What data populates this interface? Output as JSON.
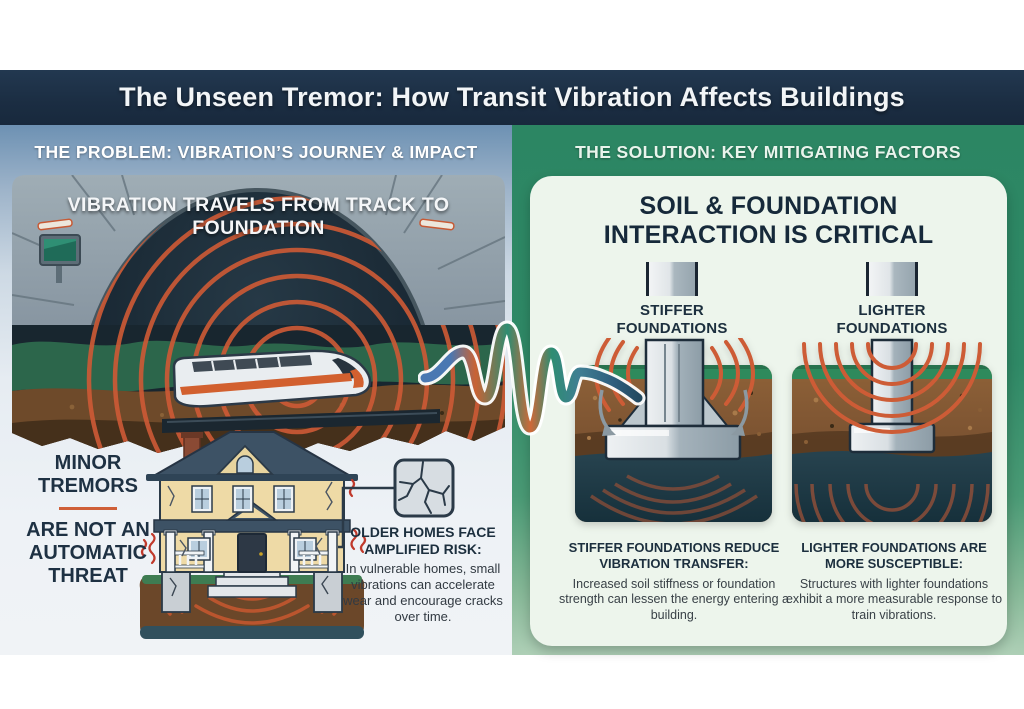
{
  "title": "The Unseen Tremor: How Transit Vibration Affects Buildings",
  "left": {
    "header": "THE PROBLEM: VIBRATION’S JOURNEY & IMPACT",
    "tunnel_banner": "VIBRATION TRAVELS FROM TRACK TO FOUNDATION",
    "callout_top": "MINOR TREMORS",
    "callout_bottom": "ARE NOT AN AUTOMATIC THREAT",
    "older_homes_heading": "OLDER HOMES FACE AMPLIFIED RISK:",
    "older_homes_body": "In vulnerable homes, small vibrations can accelerate wear and encourage cracks over time."
  },
  "right": {
    "header": "THE SOLUTION: KEY MITIGATING FACTORS",
    "card_title_line1": "SOIL & FOUNDATION",
    "card_title_line2": "INTERACTION IS CRITICAL",
    "columns": [
      {
        "label": "STIFFER FOUNDATIONS",
        "caption_title": "STIFFER FOUNDATIONS REDUCE VIBRATION TRANSFER:",
        "caption_body": "Increased soil stiffness or foundation strength can lessen the energy entering a building."
      },
      {
        "label": "LIGHTER FOUNDATIONS",
        "caption_title": "LIGHTER FOUNDATIONS ARE MORE SUSCEPTIBLE:",
        "caption_body": "Structures with lighter foundations exhibit a more measurable response to train vibrations."
      }
    ]
  },
  "colors": {
    "title_bar_navy": "#1b2d42",
    "problem_panel_blue": "#6d91b3",
    "solution_panel_green": "#2e8a66",
    "vibration_orange": "#cd5c36",
    "card_mint": "#edf5ec",
    "ink_navy": "#1c2f3e"
  }
}
